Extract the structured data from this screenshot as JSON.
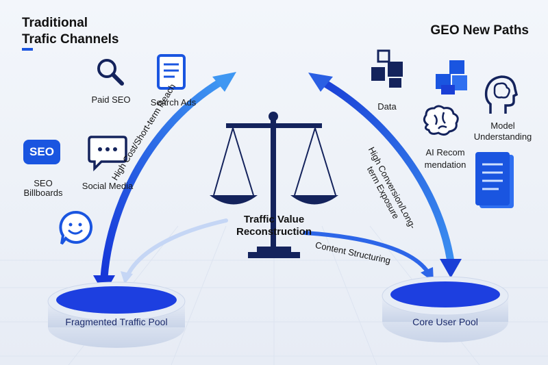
{
  "left_title": {
    "line1": "Traditional",
    "line2": "Trafic Channels"
  },
  "right_title": "GEO New Paths",
  "left_items": {
    "paid_seo": "Paid SEO",
    "search_ads": "Search Ads",
    "seo_badge": "SEO",
    "seo_billboards_line1": "SEO",
    "seo_billboards_line2": "Billboards",
    "social_media": "Social Media"
  },
  "right_items": {
    "data": "Data",
    "ai_rec_line1": "AI Recom",
    "ai_rec_line2": "mendation",
    "model_line1": "Model",
    "model_line2": "Understanding"
  },
  "center": {
    "line1": "Traffic Value",
    "line2": "Reconstruction"
  },
  "arc_labels": {
    "left": "High Cost/Short-term Reach",
    "right_line1": "High Conversion/Long-",
    "right_line2": "term Exposure",
    "content": "Content Structuring"
  },
  "pools": {
    "left": "Fragmented Traffic Pool",
    "right": "Core User Pool"
  },
  "colors": {
    "accent": "#1a55e0",
    "dark_navy": "#14235c"
  }
}
